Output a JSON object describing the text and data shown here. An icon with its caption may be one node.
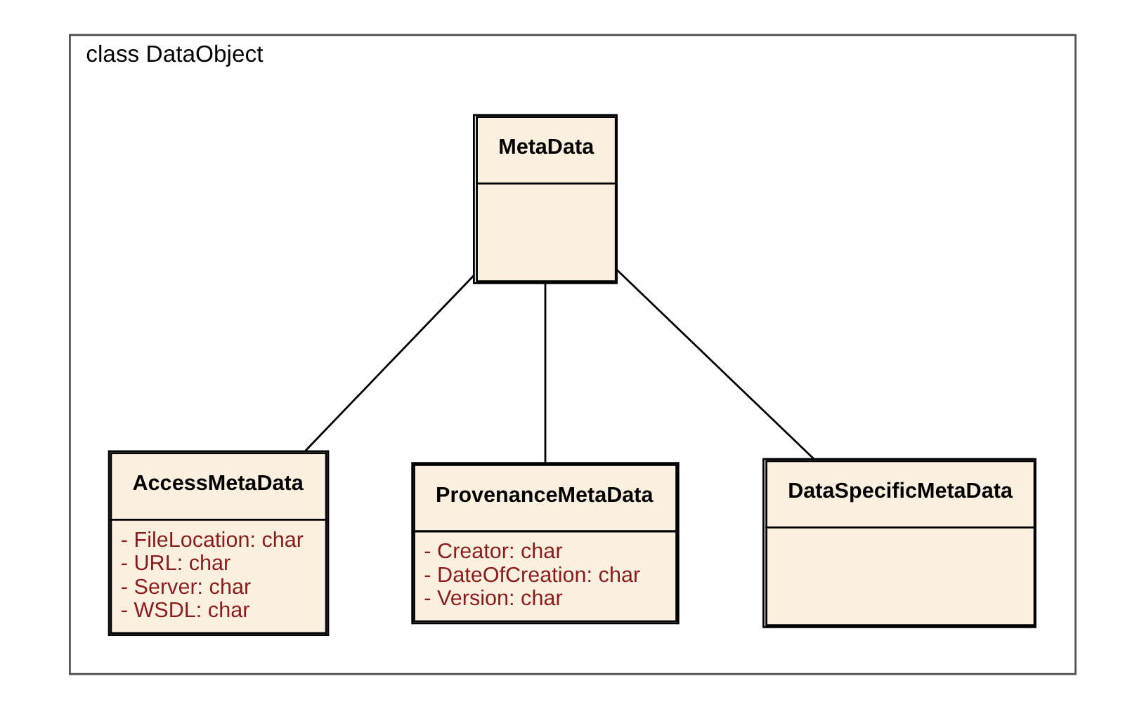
{
  "diagram": {
    "nodes": [
      {
        "text": [
          "class DataObject"
        ]
      },
      {
        "text": [
          "MetaData"
        ],
        "in": 0
      },
      {
        "text": [
          "AccessMetaData",
          "- FileLocation: char",
          "- URL: char",
          "- Server: char",
          "- WSDL: char"
        ],
        "in": 0
      },
      {
        "text": [
          "ProvenanceMetaData",
          "- Creator: char",
          "- DateOfCreation: char",
          "- Version: char"
        ],
        "in": 0
      },
      {
        "text": [
          "DataSpecificMetaData"
        ],
        "in": 0
      }
    ],
    "edges": [
      {
        "from": 1,
        "to": 2,
        "arrow": "none"
      },
      {
        "from": 1,
        "to": 3,
        "arrow": "none"
      },
      {
        "from": 1,
        "to": 4,
        "arrow": "none"
      }
    ]
  }
}
